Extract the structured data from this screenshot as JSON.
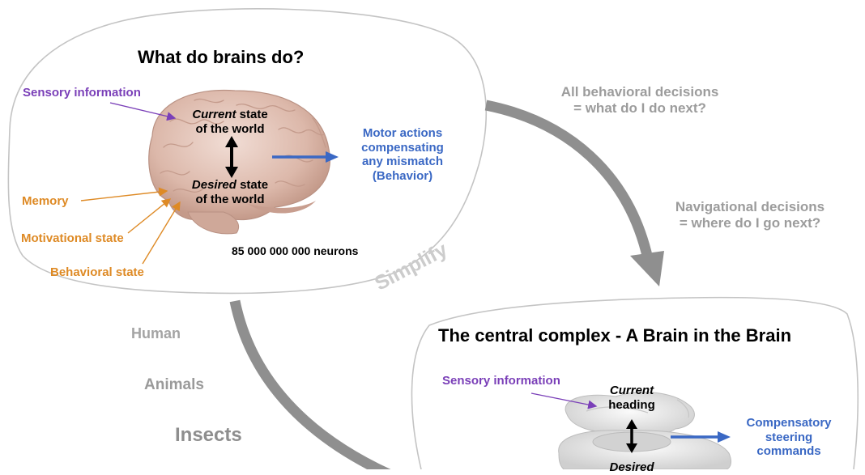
{
  "top_bubble": {
    "title": "What do brains do?",
    "sensory": "Sensory information",
    "current_italic": "Current",
    "current_rest": " state",
    "current_line2": "of the world",
    "desired_italic": "Desired",
    "desired_rest": " state",
    "desired_line2": "of the world",
    "motor_lines": [
      "Motor actions",
      "compensating",
      "any mismatch",
      "(Behavior)"
    ],
    "memory": "Memory",
    "motivational": "Motivational state",
    "behavioral": "Behavioral state",
    "neurons": "85 000 000 000 neurons"
  },
  "right_text": {
    "behavioral_lines": [
      "All behavioral decisions",
      "= what do I do next?"
    ],
    "navigational_lines": [
      "Navigational decisions",
      "= where do I go next?"
    ]
  },
  "simplify": "Simplify",
  "left_list": {
    "human": "Human",
    "animals": "Animals",
    "insects": "Insects"
  },
  "bottom_bubble": {
    "title": "The central complex - A Brain in the Brain",
    "sensory": "Sensory information",
    "current_italic": "Current",
    "current_line2": "heading",
    "desired_partial": "Desired",
    "steering_lines": [
      "Compensatory",
      "steering",
      "commands"
    ]
  },
  "colors": {
    "purple": "#7a3fb8",
    "orange": "#de8a25",
    "blue": "#3a68c4",
    "grey": "#9c9c9c",
    "brain_pink": "#e2c2b6",
    "cx_grey": "#e4e4e4"
  }
}
